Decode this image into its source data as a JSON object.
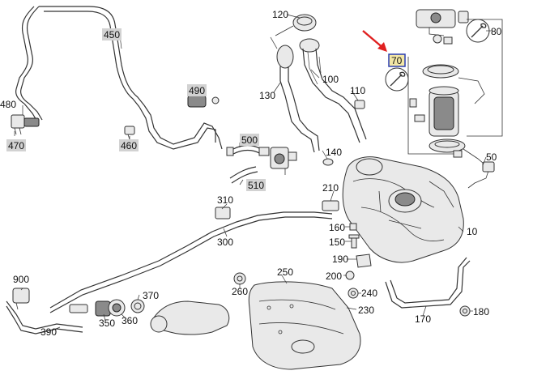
{
  "labels": {
    "p120": "120",
    "p450": "450",
    "p480": "480",
    "p470": "470",
    "p490": "490",
    "p460": "460",
    "p130": "130",
    "p100": "100",
    "p110": "110",
    "p500": "500",
    "p140": "140",
    "p510": "510",
    "p310": "310",
    "p210": "210",
    "p300": "300",
    "p160": "160",
    "p150": "150",
    "p190": "190",
    "p200": "200",
    "p240": "240",
    "p230": "230",
    "p250": "250",
    "p260": "260",
    "p370": "370",
    "p900": "900",
    "p350": "350",
    "p360": "360",
    "p390": "390",
    "p170": "170",
    "p180": "180",
    "p10": "10",
    "p50": "50",
    "p80": "80",
    "p70": "70"
  },
  "colors": {
    "highlight_border": "#2b3fb0",
    "highlight_fill": "#f3e7a6",
    "pointer_arrow": "#e02020",
    "label_box_gray": "#d2d2d2"
  }
}
